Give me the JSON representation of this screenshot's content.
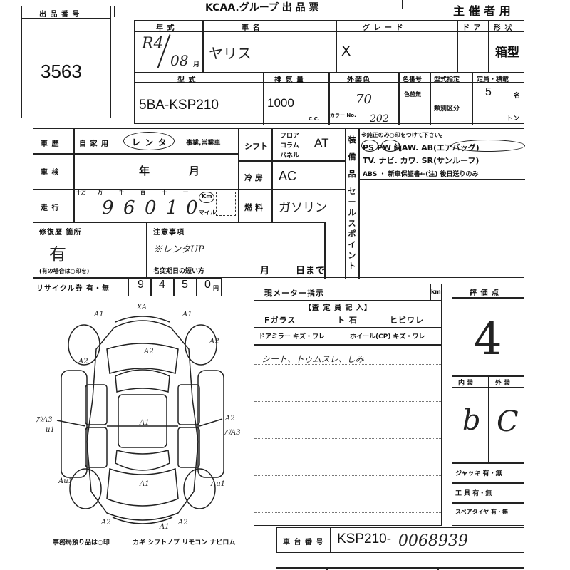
{
  "header": {
    "title": "KCAA.グループ 出 品 票",
    "organizer": "主 催 者 用"
  },
  "lot": {
    "label": "出 品 番 号",
    "number": "3563"
  },
  "row1": {
    "year_label": "年 式",
    "name_label": "車 名",
    "grade_label": "グ レ ー ド",
    "door_label": "ド ア",
    "shape_label": "形 状",
    "era": "R4",
    "month": "08",
    "month_unit": "月",
    "name": "ヤリス",
    "grade": "X",
    "shape": "箱型"
  },
  "row2": {
    "model_label": "型 式",
    "disp_label": "排 気 量",
    "color_label": "外装色",
    "colorno_label": "色番号",
    "type_label": "型式指定",
    "cap_label": "定員・積載",
    "model": "5BA-KSP210",
    "disp": "1000",
    "cc": "C.C.",
    "color": "70",
    "color_change": "色替無",
    "category": "類別区分",
    "caller_label": "カラー No.",
    "caller": "202",
    "capacity": "5",
    "cap_unit": "名",
    "ton": "トン"
  },
  "history": {
    "label": "車 歴",
    "private": "自 家 用",
    "rental": "レ ン タ",
    "business": "事業,営業車",
    "inspection_label": "車 検",
    "year": "年",
    "month": "月",
    "mileage_label": "走 行",
    "digits_labels": [
      "十万",
      "万",
      "千",
      "百",
      "十",
      "一"
    ],
    "mileage_digits": [
      "",
      "9",
      "6",
      "0",
      "1",
      "0"
    ],
    "km": "Km",
    "mile": "マイル"
  },
  "specs": {
    "shift_label": "シフト",
    "floor": "フロア",
    "column": "コラム",
    "panel": "パネル",
    "shift": "AT",
    "ac_label": "冷 房",
    "ac": "AC",
    "fuel_label": "燃 料",
    "fuel": "ガソリン"
  },
  "equipment": {
    "label": "装 備 品",
    "note": "※純正のみ○印をつけて下さい。",
    "line1": "PS  PW  純AW.  AB(エアバッグ)",
    "line2": "TV. ナビ. カワ. SR(サンルーフ)",
    "line3": "ABS ・ 新車保証書←(注) 後日送りのみ"
  },
  "sales_point": "セールスポイント",
  "repair": {
    "label": "修復歴 箇所",
    "value": "有",
    "note": "(有の場合は○印を)"
  },
  "notes": {
    "label": "注意事項",
    "entry": "※レンタUP",
    "short_label": "名変期日の短い方",
    "month": "月",
    "day": "日まで"
  },
  "recycle": {
    "label": "リサイクル券 有・無",
    "digits": [
      "9",
      "4",
      "5",
      "0"
    ],
    "unit": "円"
  },
  "meter": {
    "label": "現メーター指示",
    "unit": "km"
  },
  "inspector": {
    "title": "【査 定 員 記 入】",
    "glass": "Fガラス",
    "stone": "ト 石",
    "crack": "ヒビワレ",
    "mirror": "ドアミラー キズ・ワレ",
    "wheel": "ホイール(CP) キズ・ワレ",
    "remark": "シート、トゥムスレ、しみ"
  },
  "rating": {
    "label": "評 価 点",
    "value": "4",
    "int_label": "内 装",
    "ext_label": "外 装",
    "int": "b",
    "ext": "C"
  },
  "tools": {
    "jack": "ジャッキ 有・無",
    "tools": "工 具 有・無",
    "spare": "スペアタイヤ 有・無"
  },
  "diagram": {
    "marks": [
      "A1",
      "XA",
      "A1",
      "A2",
      "A2",
      "A1",
      "A2",
      "ｱﾘA3",
      "u1",
      "A2",
      "ｱﾘA3",
      "Au1",
      "A1",
      "Au1",
      "A2",
      "A2",
      "A1"
    ]
  },
  "office": {
    "label": "事務局預り品は○印",
    "items": "カギ シフトノブ リモコン ナビロム"
  },
  "chassis": {
    "label": "車 台 番 号",
    "prefix": "KSP210-",
    "number": "0068939"
  }
}
